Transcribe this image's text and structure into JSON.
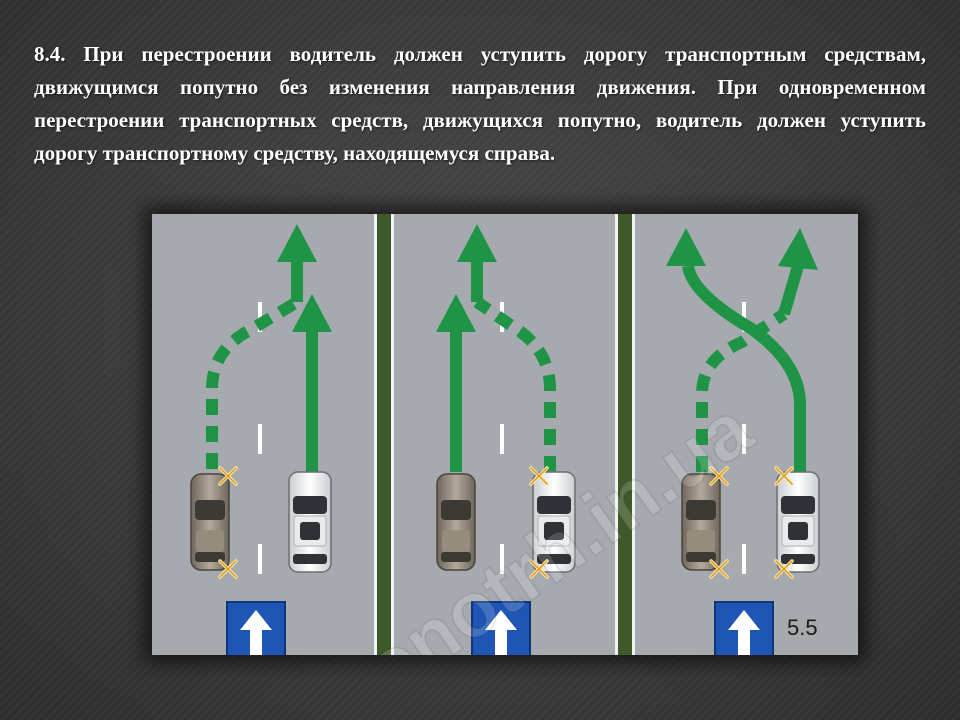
{
  "rule": {
    "text": "8.4. При перестроении водитель должен уступить дорогу транспортным средствам, движущимся попутно без изменения направления движения. При одновременном перестроении транспортных средств, движущихся попутно, водитель должен уступить дорогу транспортному средству, находящемуся справа."
  },
  "figure": {
    "sign_label": "5.5",
    "watermark": "honotrh.in.ua",
    "colors": {
      "asphalt": "#a9adb1",
      "median": "#3f5a2a",
      "arrow": "#1f9447",
      "sign": "#1f56b5"
    },
    "panels": [
      {
        "scenario": "left-car-changes-lane-right-car-straight"
      },
      {
        "scenario": "right-car-changes-lane-left-car-straight"
      },
      {
        "scenario": "both-cars-change-lanes"
      }
    ]
  }
}
